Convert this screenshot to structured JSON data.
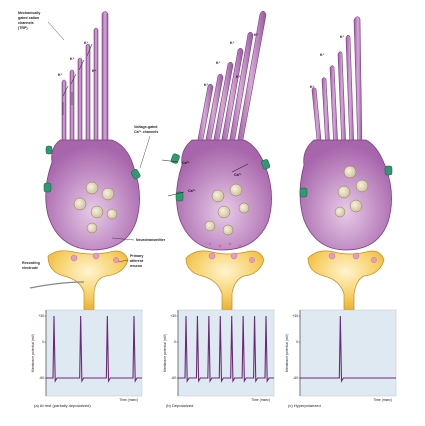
{
  "labels": {
    "mechanical_channels": [
      "Mechanically",
      "gated cation",
      "channels",
      "(TRP)"
    ],
    "voltage_channels": [
      "Voltage-gated",
      "Ca²⁺ channels"
    ],
    "neurotransmitter": "Neurotransmitter",
    "primary_afferent": [
      "Primary",
      "afferent",
      "neuron"
    ],
    "recording_electrode": [
      "Recording",
      "electrode"
    ]
  },
  "ions": {
    "k": "K⁺",
    "ca": "Ca²⁺"
  },
  "graph": {
    "y_axis_label": "Membrane potential (mV)",
    "y_ticks": [
      "+30",
      "0",
      "-60"
    ],
    "x_axis_label": "Time (msec)"
  },
  "panels": [
    {
      "caption": "(a)  At rest (partially depolarized)",
      "spikes": 4
    },
    {
      "caption": "(b)  Depolarized",
      "spikes": 8
    },
    {
      "caption": "(c)  Hyperpolarized",
      "spikes": 1
    }
  ],
  "colors": {
    "cell_purple": "#b06fb4",
    "cell_light": "#d6b1d8",
    "nerve_yellow": "#f2be3c",
    "graph_bg": "#dfe9f2",
    "trace": "#6b2a78",
    "channel_green": "#2f9a72"
  }
}
